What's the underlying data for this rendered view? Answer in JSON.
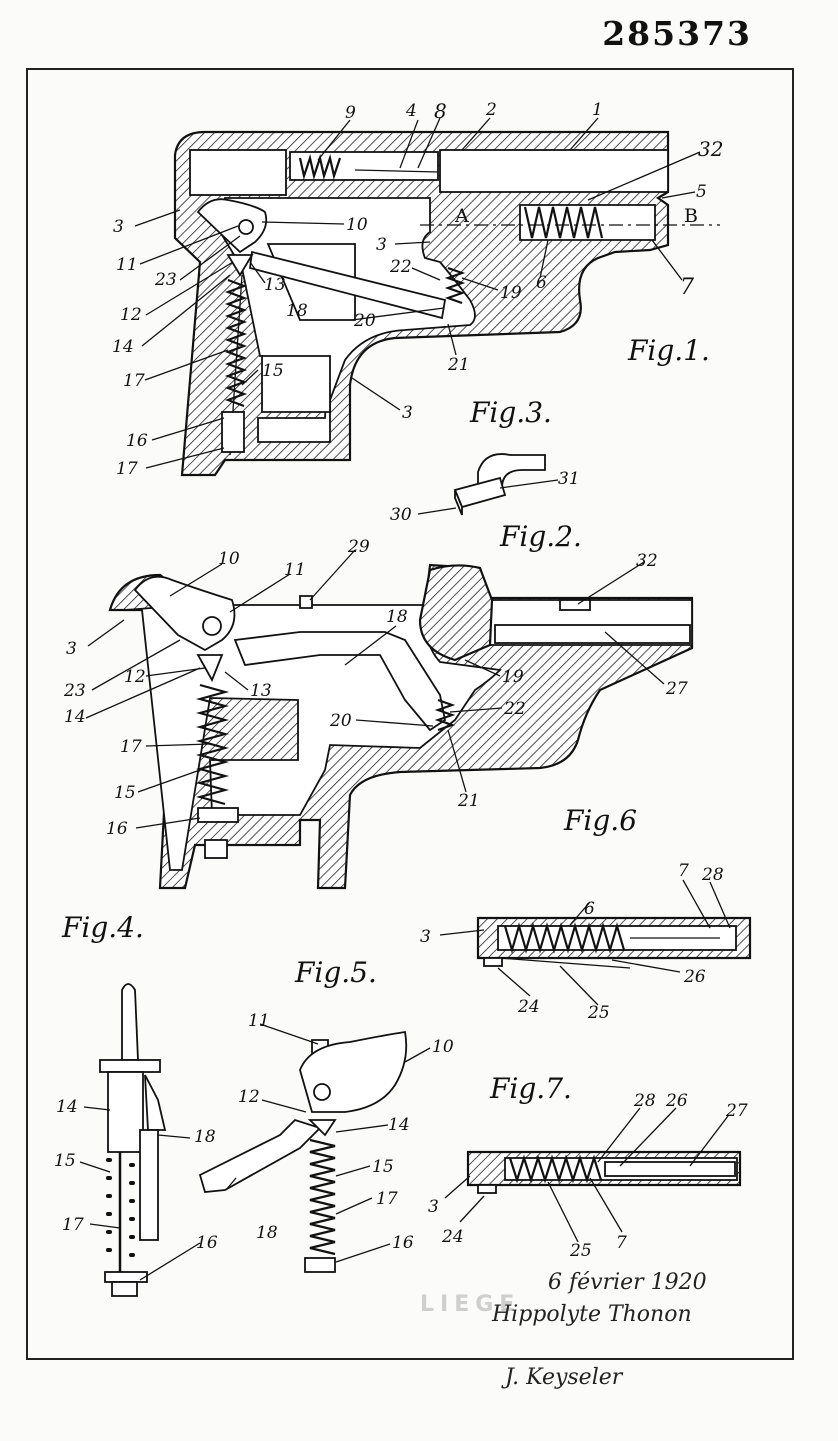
{
  "header": {
    "patent_number": "285373"
  },
  "figures": [
    {
      "id": "fig1",
      "label": "Fig.1."
    },
    {
      "id": "fig2",
      "label": "Fig.2."
    },
    {
      "id": "fig3",
      "label": "Fig.3."
    },
    {
      "id": "fig4",
      "label": "Fig.4."
    },
    {
      "id": "fig5",
      "label": "Fig.5."
    },
    {
      "id": "fig6",
      "label": "Fig.6"
    },
    {
      "id": "fig7",
      "label": "Fig.7."
    }
  ],
  "section_markers": {
    "a": "A",
    "b": "B"
  },
  "callouts": {
    "fig1": [
      "1",
      "2",
      "3",
      "3",
      "3",
      "4",
      "5",
      "6",
      "7",
      "8",
      "9",
      "10",
      "11",
      "12",
      "13",
      "14",
      "15",
      "16",
      "17",
      "17",
      "18",
      "19",
      "20",
      "21",
      "22",
      "23",
      "32"
    ],
    "fig2": [
      "3",
      "10",
      "11",
      "12",
      "13",
      "14",
      "15",
      "16",
      "17",
      "18",
      "19",
      "20",
      "21",
      "22",
      "23",
      "27",
      "29",
      "32"
    ],
    "fig3": [
      "30",
      "31"
    ],
    "fig4": [
      "14",
      "15",
      "16",
      "17",
      "18"
    ],
    "fig5": [
      "10",
      "11",
      "12",
      "14",
      "15",
      "16",
      "17",
      "18"
    ],
    "fig6": [
      "3",
      "6",
      "7",
      "24",
      "25",
      "26",
      "28"
    ],
    "fig7": [
      "3",
      "7",
      "24",
      "25",
      "26",
      "27",
      "28"
    ]
  },
  "signature": {
    "date": "6 février 1920",
    "name1": "Hippolyte Thonon",
    "name2": "J. Keyseler",
    "stamp": "LIEGE"
  },
  "colors": {
    "ink": "#111111",
    "paper": "#fbfbf9"
  }
}
